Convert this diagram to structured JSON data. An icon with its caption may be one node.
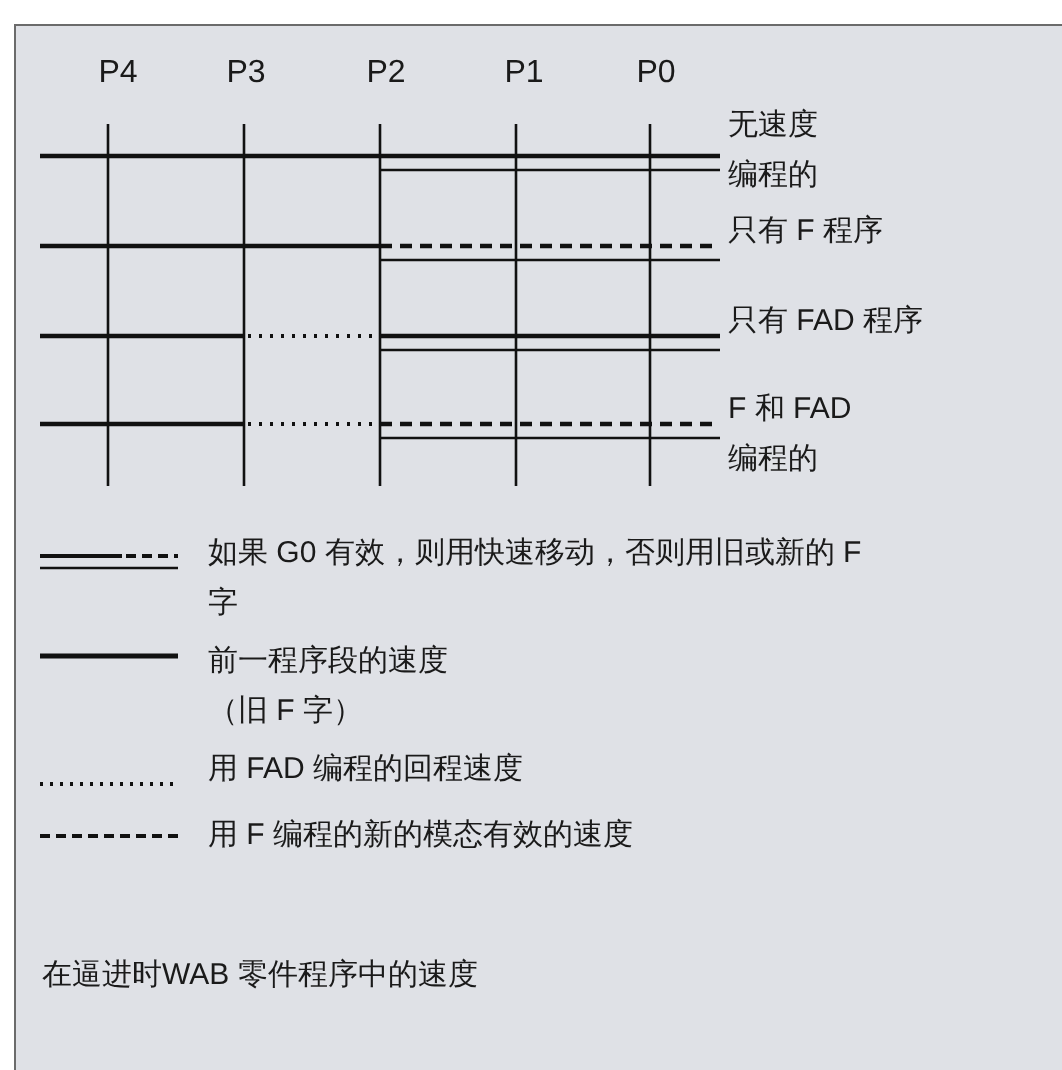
{
  "diagram": {
    "caption": "在逼进时WAB 零件程序中的速度",
    "labels": [
      "P4",
      "P3",
      "P2",
      "P1",
      "P0",
      "无速度编程的",
      "只有 F 程序",
      "只有 FAD 程序",
      "F 和 FAD编程的"
    ],
    "legend": [
      {
        "text": "如果 G0 有效，则用快速移动，否则用旧或新的 F 字"
      },
      {
        "text": "前一程序段的速度（旧 F 字）"
      },
      {
        "text": "用 FAD 编程的回程速度"
      },
      {
        "text": "用 F 编程的新的模态有效的速度"
      }
    ]
  }
}
